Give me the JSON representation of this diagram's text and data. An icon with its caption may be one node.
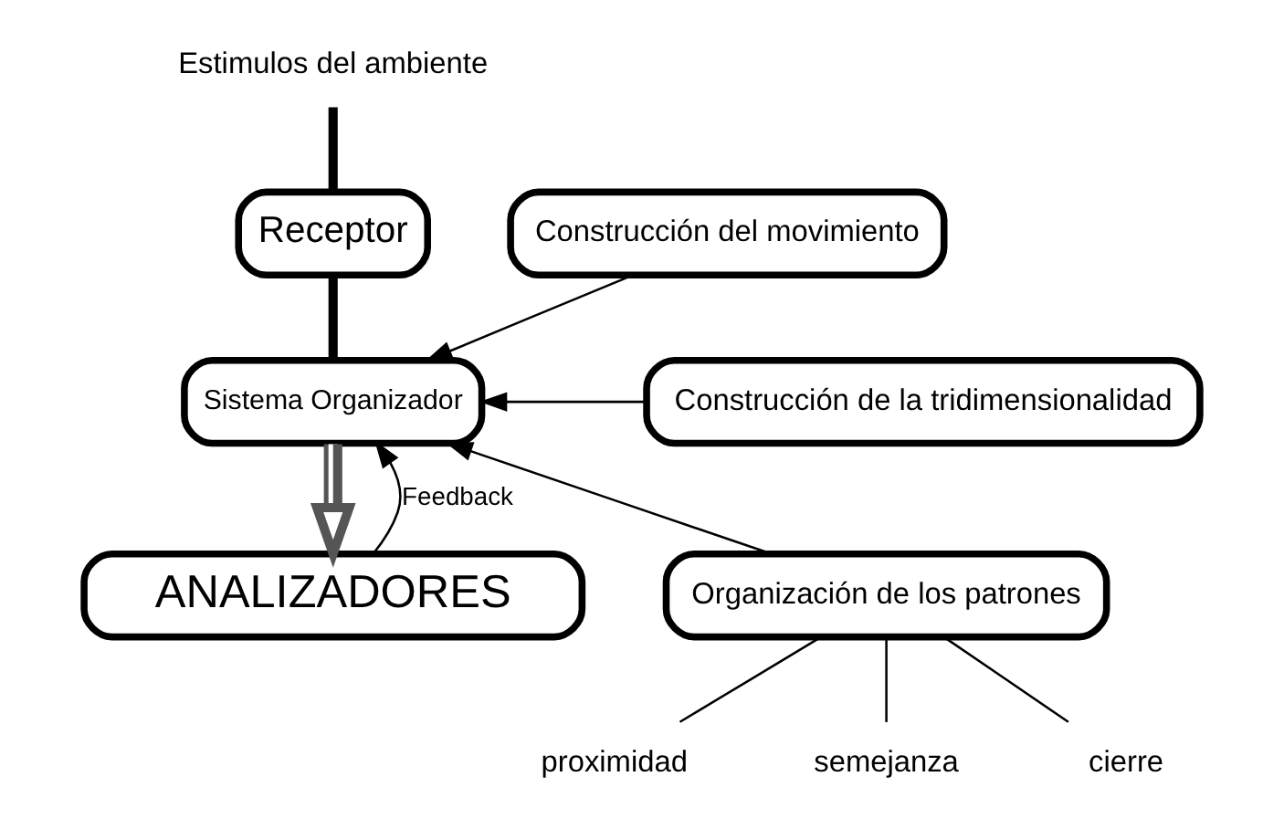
{
  "diagram": {
    "nodes": [
      {
        "text": [
          "Estimulos del ambiente"
        ]
      },
      {
        "text": [
          "Receptor"
        ]
      },
      {
        "text": [
          "Sistema Organizador"
        ]
      },
      {
        "text": [
          "ANALIZADORES"
        ]
      },
      {
        "text": [
          "Construcción del movimiento"
        ]
      },
      {
        "text": [
          "Construcción de la tridimensionalidad"
        ]
      },
      {
        "text": [
          "Organización de los patrones"
        ]
      },
      {
        "text": [
          "proximidad"
        ]
      },
      {
        "text": [
          "semejanza"
        ]
      },
      {
        "text": [
          "cierre"
        ]
      }
    ],
    "edges": [
      {
        "from": 0,
        "to": 1,
        "arrow": "none",
        "style": "thick"
      },
      {
        "from": 1,
        "to": 2,
        "arrow": "none",
        "style": "thick"
      },
      {
        "from": 2,
        "to": 3,
        "arrow": "to",
        "style": "thick"
      },
      {
        "from": 3,
        "to": 2,
        "arrow": "to",
        "label": "Feedback"
      },
      {
        "from": 4,
        "to": 2,
        "arrow": "to"
      },
      {
        "from": 5,
        "to": 2,
        "arrow": "to"
      },
      {
        "from": 6,
        "to": 2,
        "arrow": "to"
      },
      {
        "from": 6,
        "to": 7,
        "arrow": "none"
      },
      {
        "from": 6,
        "to": 8,
        "arrow": "none"
      },
      {
        "from": 6,
        "to": 9,
        "arrow": "none"
      }
    ]
  }
}
